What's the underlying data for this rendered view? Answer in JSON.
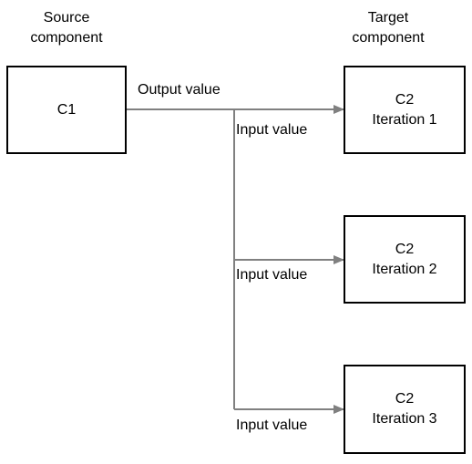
{
  "source": {
    "caption_line1": "Source",
    "caption_line2": "component",
    "label": "C1"
  },
  "target": {
    "caption_line1": "Target",
    "caption_line2": "component"
  },
  "output_label": "Output value",
  "targets": [
    {
      "name": "C2",
      "iteration": "Iteration 1",
      "input_label": "Input value"
    },
    {
      "name": "C2",
      "iteration": "Iteration 2",
      "input_label": "Input value"
    },
    {
      "name": "C2",
      "iteration": "Iteration 3",
      "input_label": "Input value"
    }
  ],
  "colors": {
    "connector": "#808080",
    "box_border": "#000000"
  }
}
